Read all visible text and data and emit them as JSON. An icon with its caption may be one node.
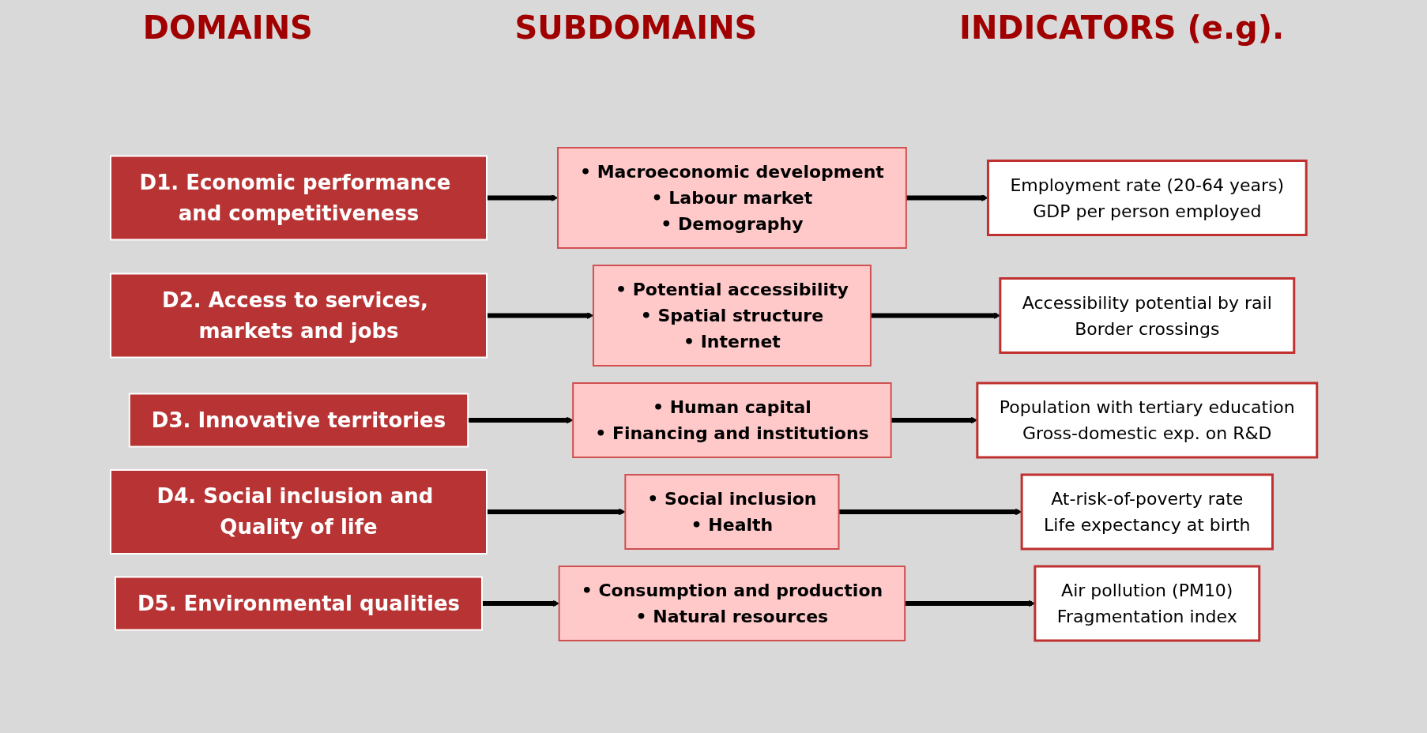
{
  "diagram": {
    "nodes": [
      {
        "text": [
          "D1. Economic performance and competitiveness"
        ]
      },
      {
        "text": [
          "• Macroeconomic development",
          "• Labour market",
          "• Demography"
        ]
      },
      {
        "text": [
          "Employment rate (20-64 years)",
          "GDP per person employed"
        ]
      },
      {
        "text": [
          "D2. Access to services, markets and jobs"
        ]
      },
      {
        "text": [
          "• Potential accessibility",
          "• Spatial structure",
          "• Internet"
        ]
      },
      {
        "text": [
          "Accessibility potential by rail",
          "Border crossings"
        ]
      },
      {
        "text": [
          "D3. Innovative territories"
        ]
      },
      {
        "text": [
          "• Human capital",
          "• Financing and institutions"
        ]
      },
      {
        "text": [
          "Population with tertiary education",
          "Gross-domestic exp. on R&D"
        ]
      },
      {
        "text": [
          "D4. Social inclusion and Quality of life"
        ]
      },
      {
        "text": [
          "• Social inclusion",
          "• Health"
        ]
      },
      {
        "text": [
          "At-risk-of-poverty rate",
          "Life expectancy at birth"
        ]
      },
      {
        "text": [
          "D5. Environmental qualities"
        ]
      },
      {
        "text": [
          "• Consumption and production",
          "• Natural resources"
        ]
      },
      {
        "text": [
          "Air pollution (PM10)",
          "Fragmentation index"
        ]
      }
    ],
    "edges": [
      {
        "from": 0,
        "to": 1,
        "arrow": "to"
      },
      {
        "from": 1,
        "to": 2,
        "arrow": "to"
      },
      {
        "from": 3,
        "to": 4,
        "arrow": "to"
      },
      {
        "from": 4,
        "to": 5,
        "arrow": "to"
      },
      {
        "from": 6,
        "to": 7,
        "arrow": "to"
      },
      {
        "from": 7,
        "to": 8,
        "arrow": "to"
      },
      {
        "from": 9,
        "to": 10,
        "arrow": "to"
      },
      {
        "from": 10,
        "to": 11,
        "arrow": "to"
      },
      {
        "from": 12,
        "to": 13,
        "arrow": "to"
      },
      {
        "from": 13,
        "to": 14,
        "arrow": "to"
      }
    ],
    "labels": [
      "DOMAINS",
      "SUBDOMAINS",
      "INDICATORS (e.g)."
    ]
  }
}
